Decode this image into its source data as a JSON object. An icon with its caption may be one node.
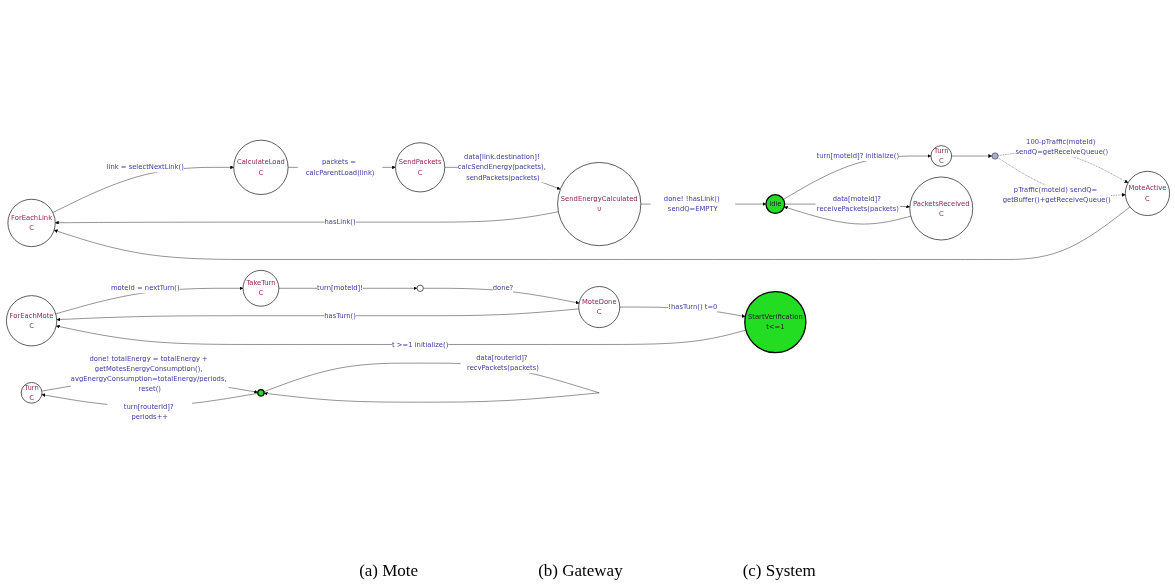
{
  "diagram": {
    "nodes": [
      {
        "text": [
          "ForEachLink",
          "C"
        ]
      },
      {
        "text": [
          "CalculateLoad",
          "C"
        ]
      },
      {
        "text": [
          "SendPackets",
          "C"
        ]
      },
      {
        "text": [
          "SendEnergyCalculated",
          "∪"
        ]
      },
      {
        "text": [
          "Idle"
        ]
      },
      {
        "text": [
          "Turn",
          "C"
        ]
      },
      {
        "text": [
          "MoteActive",
          "C"
        ]
      },
      {
        "text": [],
        "shape": "circle"
      },
      {
        "text": [
          "PacketsReceived",
          "C"
        ]
      },
      {
        "text": [
          "Turn",
          "C"
        ]
      },
      {
        "text": [],
        "shape": "circle"
      },
      {
        "text": [
          "ForEachMote",
          "C"
        ]
      },
      {
        "text": [
          "TakeTurn",
          "C"
        ]
      },
      {
        "text": [],
        "shape": "circle"
      },
      {
        "text": [
          "MoteDone",
          "C"
        ]
      },
      {
        "text": [
          "StartVerification",
          "t<=1"
        ]
      }
    ],
    "edges": [
      {
        "from": 0,
        "to": 1,
        "arrow": "to",
        "label": "link = selectNextLink()"
      },
      {
        "from": 1,
        "to": 2,
        "arrow": "to",
        "label": "packets = calcParentLoad(link)"
      },
      {
        "from": 2,
        "to": 3,
        "arrow": "to",
        "label": "data[link.destination]! calcSendEnergy(packets), sendPackets(packets)"
      },
      {
        "from": 3,
        "to": 0,
        "arrow": "to",
        "label": "hasLink()"
      },
      {
        "from": 3,
        "to": 4,
        "arrow": "to",
        "label": "done! !hasLink() sendQ=EMPTY"
      },
      {
        "from": 4,
        "to": 5,
        "arrow": "to",
        "label": "turn[moteId]? initialize()"
      },
      {
        "from": 5,
        "to": 7,
        "arrow": "to"
      },
      {
        "from": 7,
        "to": 6,
        "arrow": "to",
        "style": "dashed",
        "label": "100-pTraffic(moteId) sendQ=getReceiveQueue()"
      },
      {
        "from": 7,
        "to": 6,
        "arrow": "to",
        "style": "dashed",
        "label": "pTraffic(moteId) sendQ= getBuffer()+getReceiveQueue()"
      },
      {
        "from": 6,
        "to": 0,
        "arrow": "to"
      },
      {
        "from": 4,
        "to": 8,
        "arrow": "to",
        "label": "data[moteId]? receivePackets(packets)"
      },
      {
        "from": 8,
        "to": 4,
        "arrow": "to"
      },
      {
        "from": 10,
        "to": 9,
        "arrow": "to",
        "label": "turn[routerId]? periods++"
      },
      {
        "from": 9,
        "to": 10,
        "arrow": "to",
        "label": "done! totalEnergy = totalEnergy + getMotesEnergyConsumption(), avgEnergyConsumption=totalEnergy/periods, reset()"
      },
      {
        "from": 10,
        "to": 10,
        "arrow": "to",
        "label": "data[routerId]? recvPackets(packets)"
      },
      {
        "from": 11,
        "to": 12,
        "arrow": "to",
        "label": "moteId = nextTurn()"
      },
      {
        "from": 12,
        "to": 13,
        "arrow": "to",
        "label": "turn[moteId]!"
      },
      {
        "from": 13,
        "to": 14,
        "arrow": "to",
        "label": "done?"
      },
      {
        "from": 14,
        "to": 11,
        "arrow": "to",
        "label": "hasTurn()"
      },
      {
        "from": 14,
        "to": 15,
        "arrow": "to",
        "label": "!hasTurn() t=0"
      },
      {
        "from": 15,
        "to": 11,
        "arrow": "to",
        "label": "t >=1 initialize()"
      }
    ],
    "labels": [
      "(a) Mote",
      "(b) Gateway",
      "(c) System"
    ]
  }
}
